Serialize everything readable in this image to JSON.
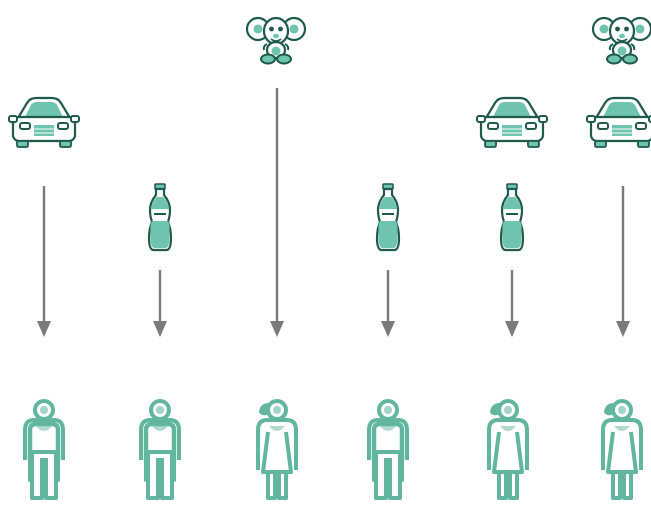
{
  "colors": {
    "accent": "#6ec4ae",
    "outline": "#1f5a4d",
    "arrow": "#7a7a7a",
    "person": "#62b6a0"
  },
  "columns": [
    {
      "giver_icon": "car-icon",
      "arrow": "long",
      "recipient": "boy-icon"
    },
    {
      "giver_icon": "soda-bottle-icon",
      "arrow": "short",
      "recipient": "boy-icon"
    },
    {
      "giver_icon": "cheburashka-toy-icon",
      "arrow": "tall",
      "recipient": "girl-icon"
    },
    {
      "giver_icon": "soda-bottle-icon",
      "arrow": "short",
      "recipient": "boy-icon"
    },
    {
      "giver_icon": "car-and-soda-bottle-icons",
      "arrow": "short",
      "recipient": "girl-icon"
    },
    {
      "giver_icon": "cheburashka-toy-car-icons",
      "arrow": "long",
      "recipient": "girl-icon"
    }
  ]
}
